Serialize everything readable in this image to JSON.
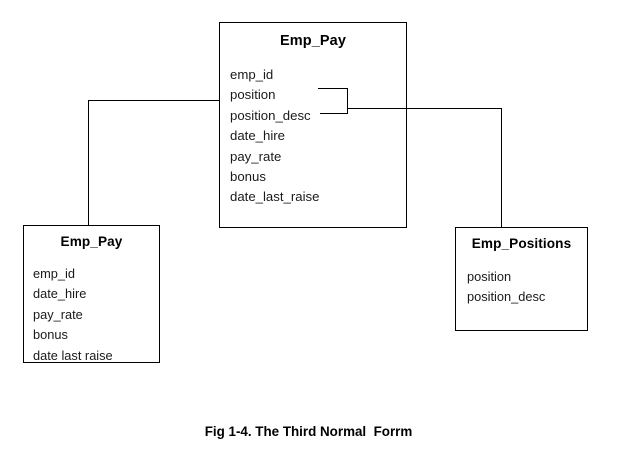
{
  "figure": {
    "caption": "Fig 1-4. The Third Normal  Forrm",
    "background_color": "#ffffff",
    "line_color": "#000000",
    "text_color": "#1a1a1a"
  },
  "entities": {
    "main": {
      "title": "Emp_Pay",
      "fields": [
        "emp_id",
        "position",
        "position_desc",
        "date_hire",
        "pay_rate",
        "bonus",
        "date_last_raise"
      ]
    },
    "left": {
      "title": "Emp_Pay",
      "fields": [
        "emp_id",
        "date_hire",
        "pay_rate",
        "bonus",
        "date  last  raise"
      ]
    },
    "right": {
      "title": "Emp_Positions",
      "fields": [
        "position",
        "position_desc"
      ]
    }
  },
  "connectors": [
    {
      "name": "main-to-left",
      "from": "main",
      "to": "left"
    },
    {
      "name": "main-to-right",
      "from": "main",
      "to": "right"
    }
  ]
}
